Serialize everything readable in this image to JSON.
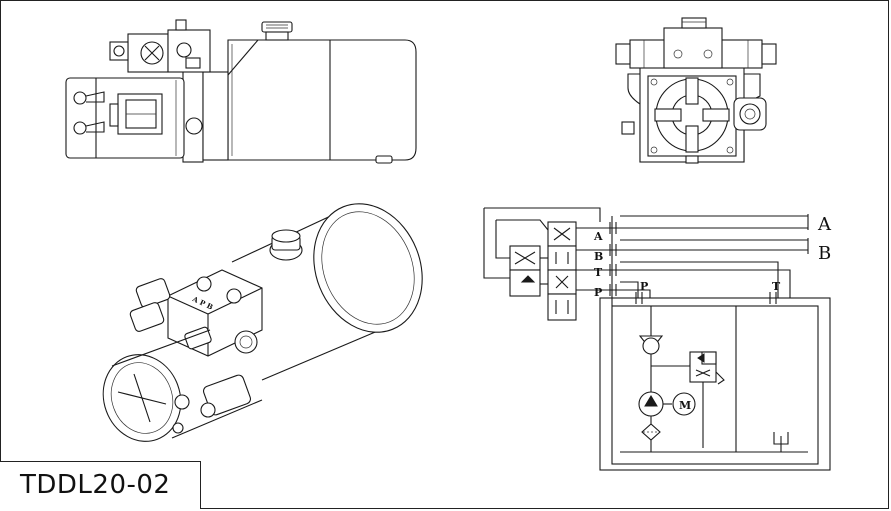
{
  "model": "TDDL20-02",
  "ports": {
    "valve": {
      "a": "A",
      "b": "B",
      "t": "T",
      "p": "P"
    },
    "outputs": {
      "a": "A",
      "b": "B"
    },
    "circuit": {
      "p": "P",
      "t": "T"
    }
  },
  "motor_symbol": "M",
  "block_mark": "A P B",
  "colors": {
    "line": "#1a1a1a",
    "background": "#ffffff"
  }
}
